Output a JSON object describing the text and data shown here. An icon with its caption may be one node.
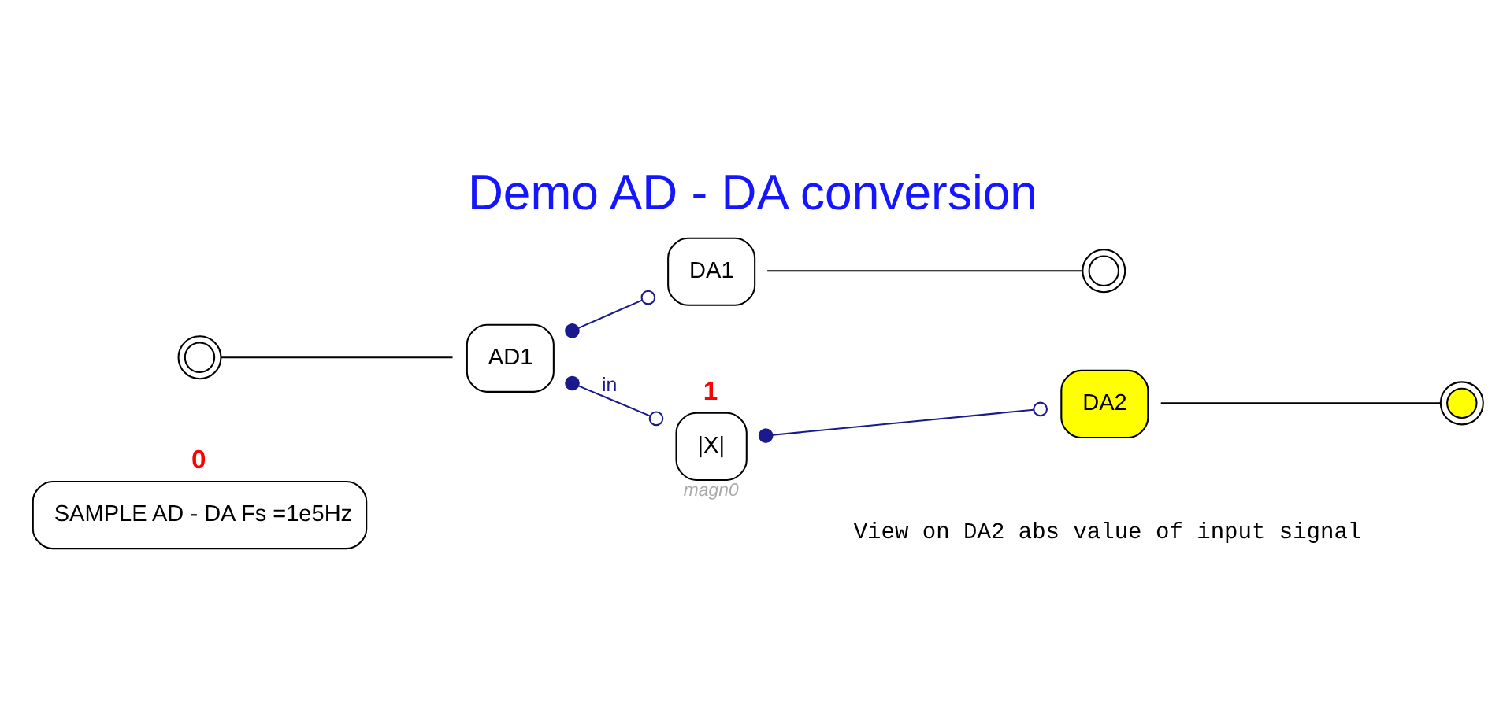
{
  "diagram": {
    "title": "Demo AD - DA conversion",
    "nodes": [
      {
        "text": [
          "0",
          "SAMPLE AD - DA Fs =1e5Hz"
        ]
      },
      {
        "text": [],
        "shape": "circle"
      },
      {
        "text": [
          "AD1"
        ]
      },
      {
        "text": [
          "DA1"
        ]
      },
      {
        "text": [],
        "shape": "circle"
      },
      {
        "text": [
          "1",
          "|X|"
        ],
        "beside": [
          "magn0"
        ]
      },
      {
        "text": [
          "DA2"
        ]
      },
      {
        "text": [],
        "shape": "circle"
      }
    ],
    "edges": [
      {
        "from": 1,
        "to": 2,
        "arrow": "none"
      },
      {
        "from": 2,
        "to": 3,
        "arrow": "other",
        "color": "#1a1a8c"
      },
      {
        "from": 3,
        "to": 4,
        "arrow": "none"
      },
      {
        "from": 2,
        "to": 5,
        "arrow": "other",
        "label": "in",
        "color": "#1a1a8c"
      },
      {
        "from": 5,
        "to": 6,
        "arrow": "other",
        "color": "#1a1a8c"
      },
      {
        "from": 6,
        "to": 7,
        "arrow": "none"
      }
    ],
    "labels": [
      "View on DA2 abs value of input signal"
    ]
  }
}
